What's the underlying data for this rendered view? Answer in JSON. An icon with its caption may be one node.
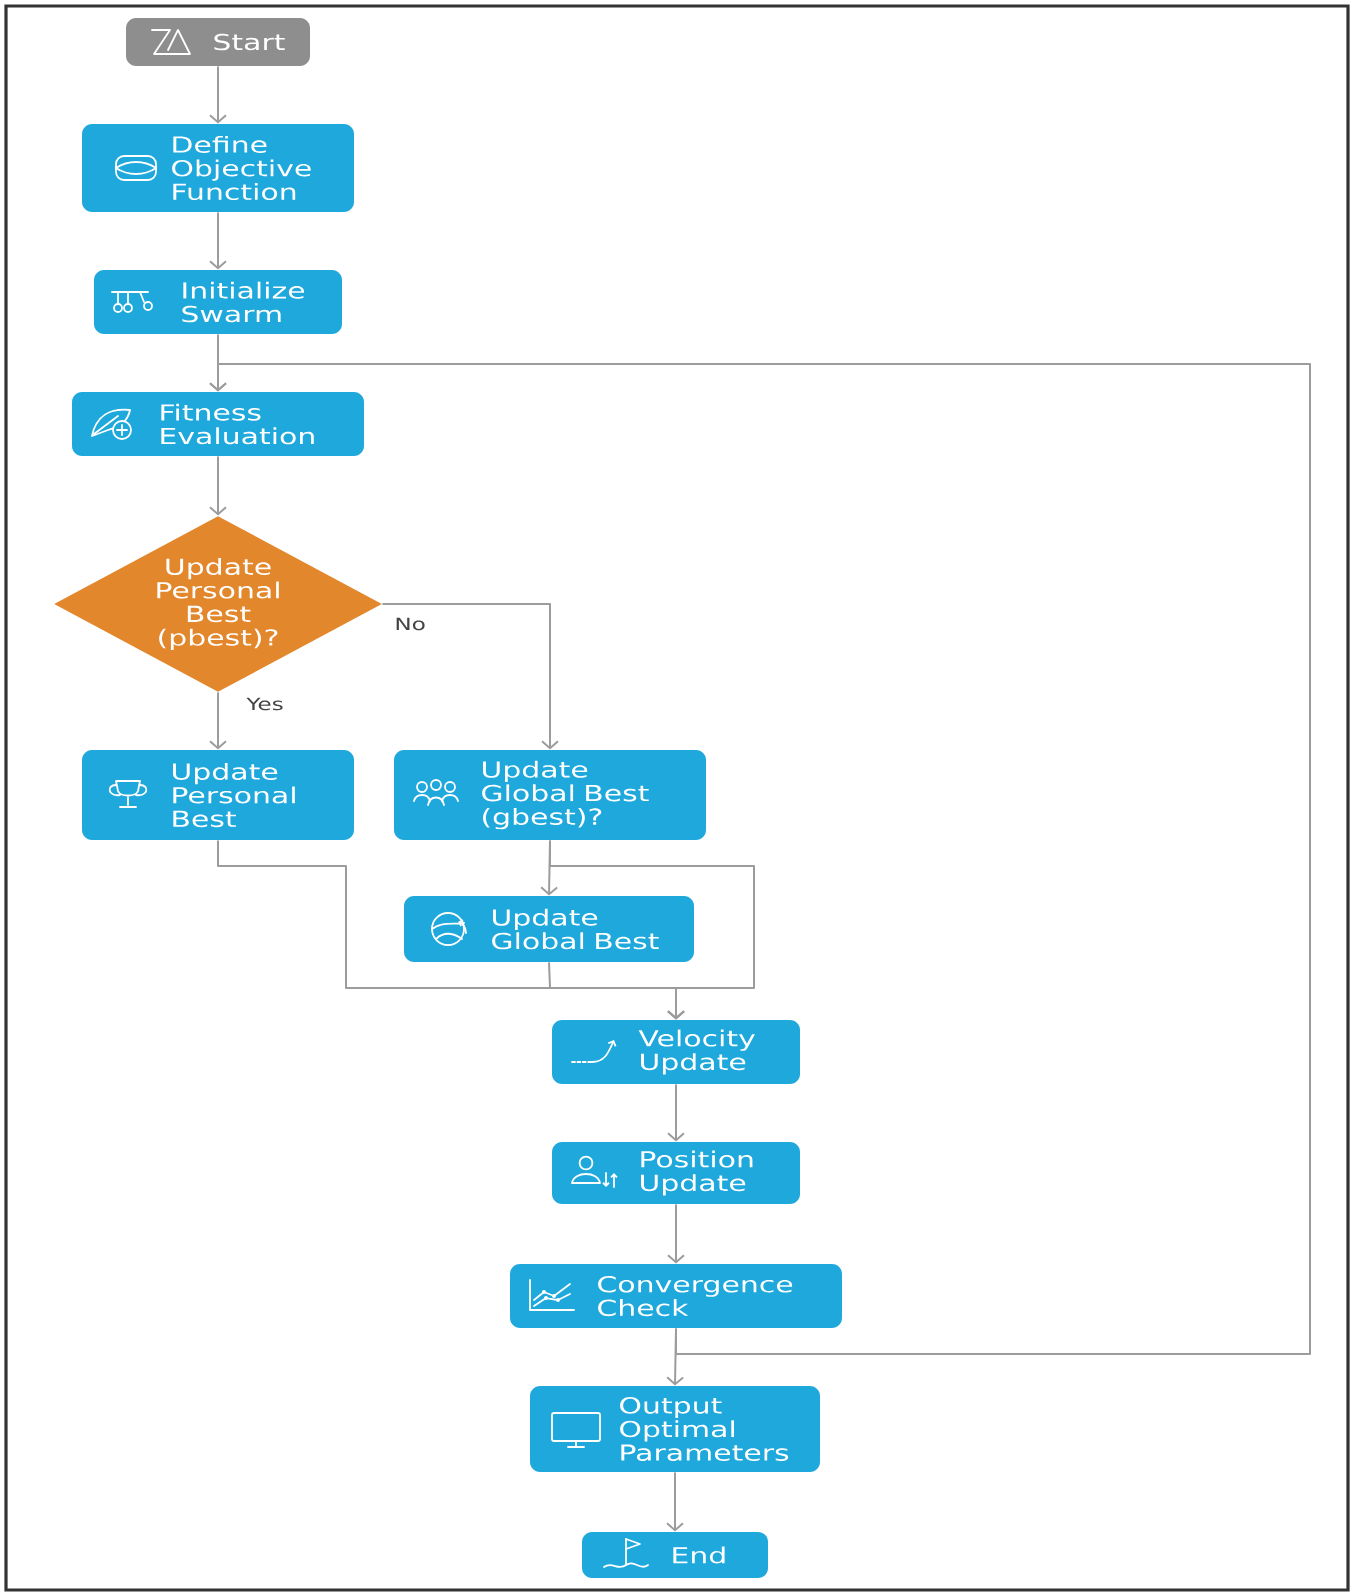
{
  "diagram": {
    "nodes": [
      {
        "text": [
          "Start"
        ]
      },
      {
        "text": [
          "Define Objective Function"
        ]
      },
      {
        "text": [
          "Initialize Swarm"
        ]
      },
      {
        "text": [
          "Fitness Evaluation"
        ]
      },
      {
        "text": [
          "Update Personal Best (pbest)?"
        ]
      },
      {
        "text": [
          "Update Personal Best"
        ]
      },
      {
        "text": [
          "Update Global Best (gbest)?"
        ]
      },
      {
        "text": [
          "Update Global Best"
        ]
      },
      {
        "text": [
          "Velocity Update"
        ]
      },
      {
        "text": [
          "Position Update"
        ]
      },
      {
        "text": [
          "Convergence Check"
        ]
      },
      {
        "text": [
          "Output Optimal Parameters"
        ]
      },
      {
        "text": [
          "End"
        ]
      }
    ],
    "edges": [
      {
        "from": 0,
        "to": 1,
        "arrow": "to"
      },
      {
        "from": 1,
        "to": 2,
        "arrow": "to"
      },
      {
        "from": 2,
        "to": 3,
        "arrow": "to"
      },
      {
        "from": 3,
        "to": 4,
        "arrow": "to"
      },
      {
        "from": 4,
        "to": 5,
        "arrow": "to",
        "label": "Yes"
      },
      {
        "from": 4,
        "to": 6,
        "arrow": "to",
        "label": "No"
      },
      {
        "from": 5,
        "to": 8,
        "arrow": "to"
      },
      {
        "from": 6,
        "to": 7,
        "arrow": "to"
      },
      {
        "from": 6,
        "to": 8,
        "arrow": "to"
      },
      {
        "from": 7,
        "to": 8,
        "arrow": "to"
      },
      {
        "from": 8,
        "to": 9,
        "arrow": "to"
      },
      {
        "from": 9,
        "to": 10,
        "arrow": "to"
      },
      {
        "from": 10,
        "to": 11,
        "arrow": "to"
      },
      {
        "from": 10,
        "to": 3,
        "arrow": "to"
      },
      {
        "from": 11,
        "to": 12,
        "arrow": "to"
      }
    ]
  }
}
